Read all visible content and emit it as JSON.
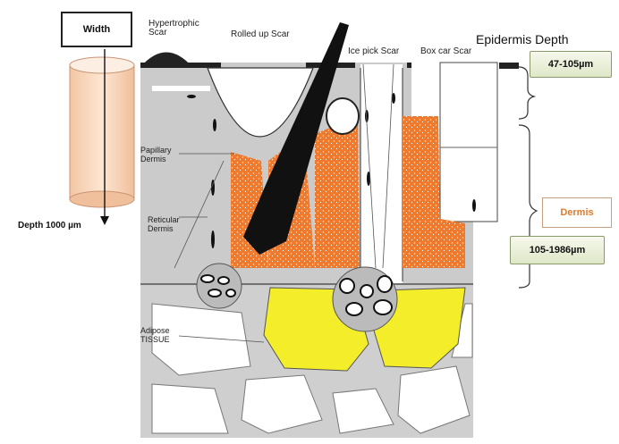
{
  "labels": {
    "width": "Width",
    "depth": "Depth  1000 µm",
    "hypertrophic": "Hypertrophic",
    "scar_word": "Scar",
    "rolled_up": "Rolled up Scar",
    "ice_pick": "Ice pick  Scar",
    "box_car": "Box car Scar",
    "epidermis_depth": "Epidermis Depth",
    "papillary": "Papillary",
    "dermis_word": "Dermis",
    "reticular": "Reticular",
    "adipose": "Adipose",
    "tissue": "TISSUE",
    "range_top": "47-105µm",
    "dermis_box": "Dermis",
    "range_bottom": "105-1986µm"
  },
  "colors": {
    "dermis_orange": "#ee7a2e",
    "adipose_yellow": "#f4ee2a",
    "tissue_gray": "#c9c9c9",
    "cylinder_peach": "#f8d3b6"
  }
}
